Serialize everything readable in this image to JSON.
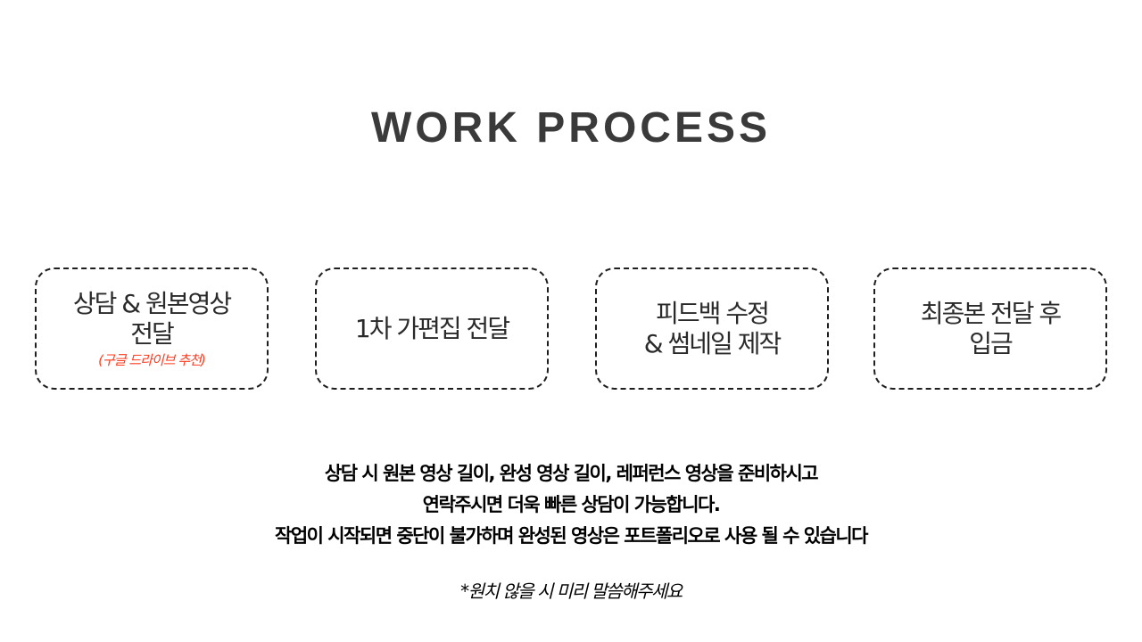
{
  "title": "WORK PROCESS",
  "steps": [
    {
      "lines": [
        "상담 & 원본영상",
        "전달"
      ],
      "note": "(구글 드라이브 추천)"
    },
    {
      "lines": [
        "1차 가편집 전달"
      ]
    },
    {
      "lines": [
        "피드백 수정",
        "& 썸네일 제작"
      ]
    },
    {
      "lines": [
        "최종본 전달 후",
        "입금"
      ]
    }
  ],
  "description": {
    "lines": [
      "상담 시 원본 영상 길이, 완성 영상 길이, 레퍼런스 영상을 준비하시고",
      "연락주시면 더욱 빠른 상담이 가능합니다.",
      "작업이 시작되면 중단이 불가하며 완성된 영상은 포트폴리오로 사용 될 수 있습니다"
    ]
  },
  "footnote": "*원치 않을 시 미리 말씀해주세요",
  "colors": {
    "title": "#3a3a3a",
    "note": "#ff3b1f",
    "border": "#1e1e1e",
    "background": "#ffffff"
  }
}
